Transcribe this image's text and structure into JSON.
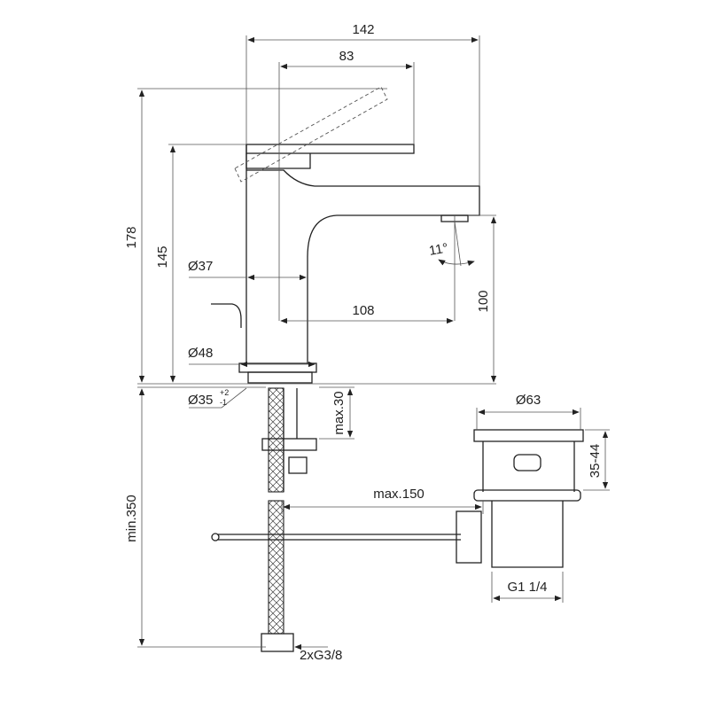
{
  "title": "Basin mixer technical drawing",
  "dimensions": {
    "total_width": "142",
    "lever_reach": "83",
    "total_height": "178",
    "lever_height": "145",
    "spout_height": "100",
    "spout_projection": "108",
    "body_diameter": "Ø37",
    "base_diameter": "Ø48",
    "hole_diameter": "Ø35",
    "hole_tol_plus": "+2",
    "hole_tol_minus": "-1",
    "spout_angle": "11°",
    "deck_thickness": "max.30",
    "min_length": "min.350",
    "connections": "2xG3/8",
    "waste_diameter": "Ø63",
    "waste_rod_length": "max.150",
    "waste_height": "35-44",
    "waste_thread": "G1 1/4"
  },
  "colors": {
    "line": "#222222",
    "dim": "#555555"
  }
}
